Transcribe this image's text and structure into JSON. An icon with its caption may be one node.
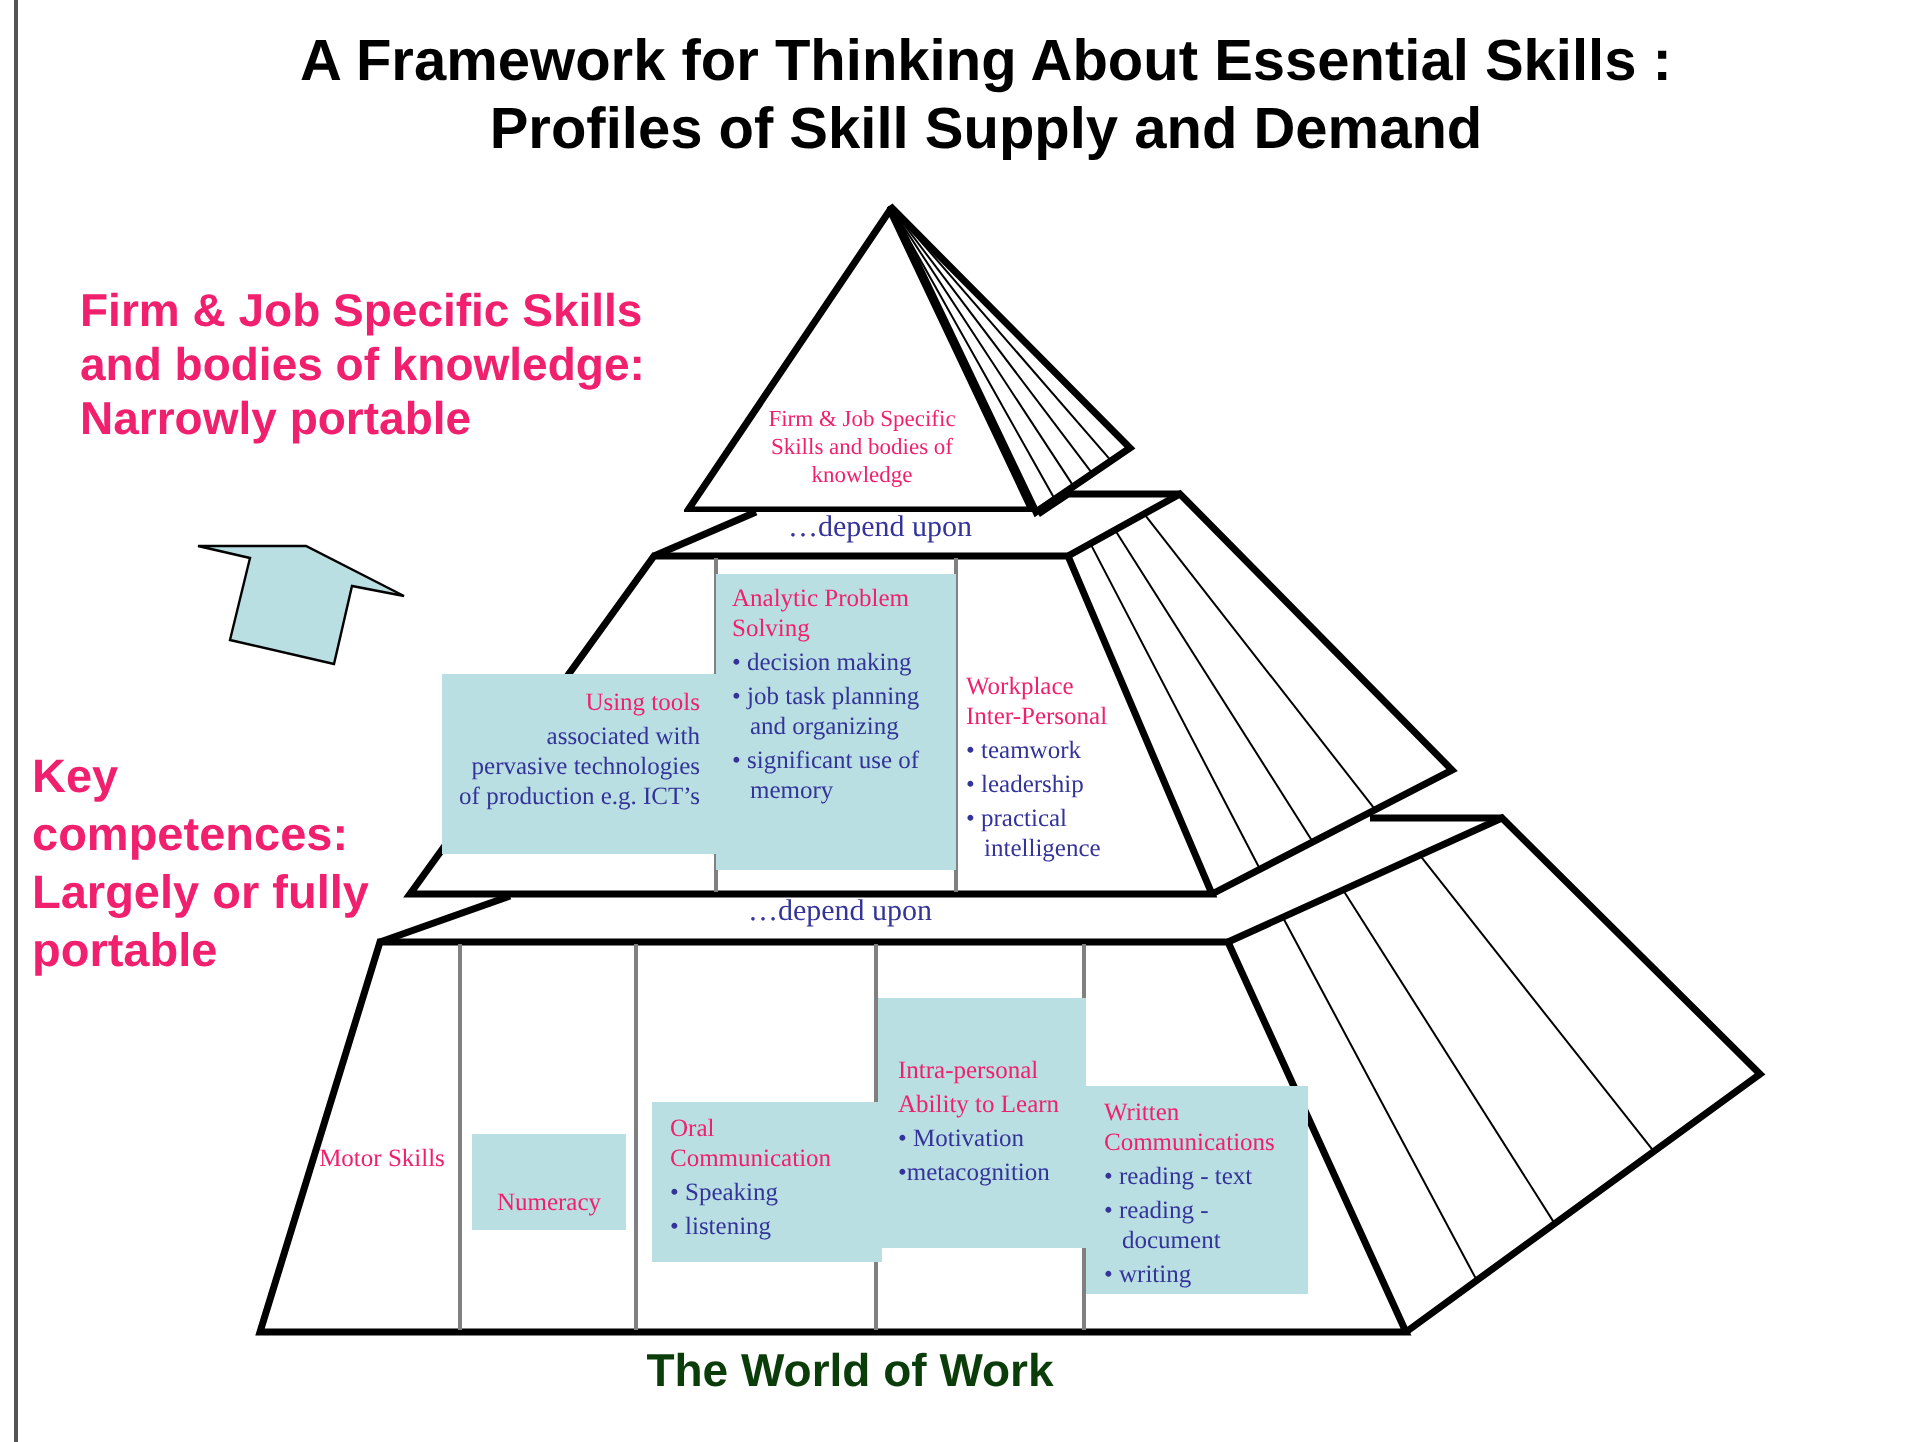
{
  "diagram": {
    "title": "A Framework for Thinking About Essential Skills : Profiles of Skill Supply and Demand",
    "nodes": [
      {
        "text": [
          "Firm & Job Specific Skills and bodies of knowledge"
        ]
      },
      {
        "text": [
          "Using tools",
          "associated with pervasive technologies of production e.g. ICT’s"
        ]
      },
      {
        "text": [
          "Analytic Problem Solving",
          "• decision making",
          "• job task planning and organizing",
          "• significant use of memory"
        ]
      },
      {
        "text": [
          "Workplace Inter-Personal",
          "• teamwork",
          "• leadership",
          "• practical intelligence"
        ]
      },
      {
        "text": [
          "Motor Skills"
        ]
      },
      {
        "text": [
          "Numeracy"
        ]
      },
      {
        "text": [
          "Oral Communication",
          "• Speaking",
          "• listening"
        ]
      },
      {
        "text": [
          "Intra-personal",
          "Ability to Learn",
          "• Motivation",
          "•metacognition"
        ]
      },
      {
        "text": [
          "Written Communications",
          "• reading - text",
          "• reading - document",
          "• writing"
        ]
      }
    ],
    "labels": [
      "Firm & Job Specific Skills and bodies of knowledge: Narrowly portable",
      "…depend upon",
      "Key competences: Largely or fully portable",
      "…depend upon",
      "The World of Work"
    ]
  }
}
